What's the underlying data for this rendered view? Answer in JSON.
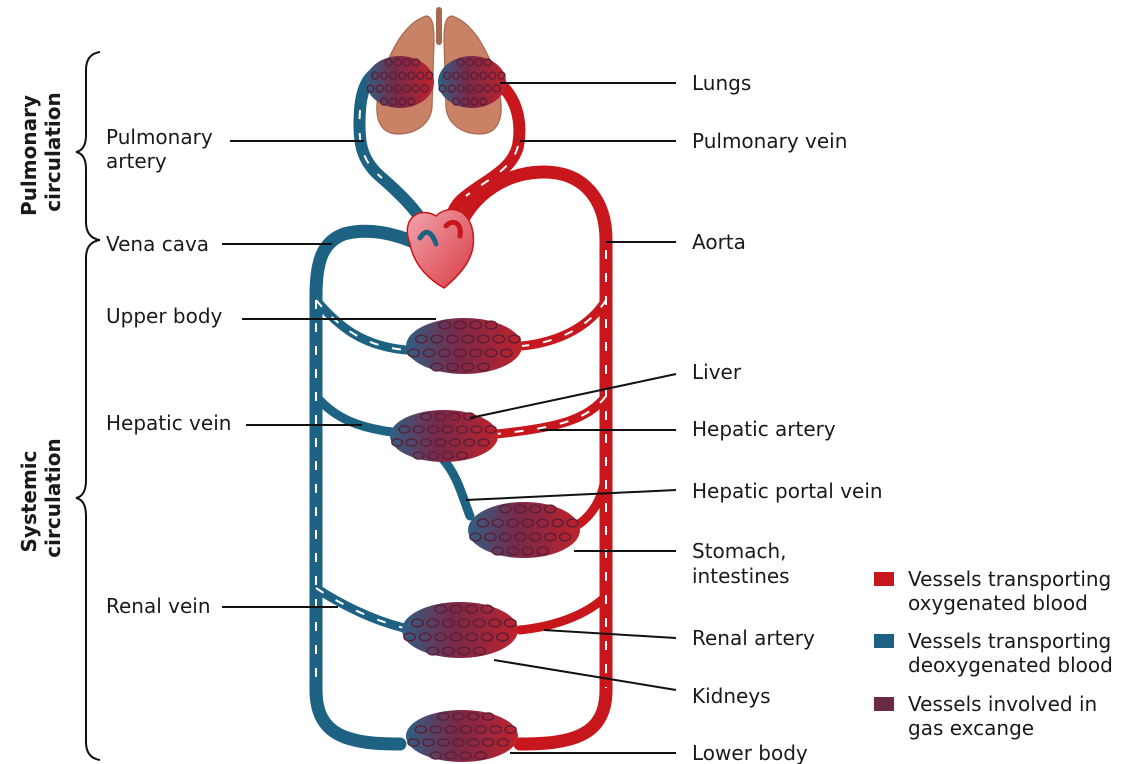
{
  "sections": {
    "pulmonary": [
      "Pulmonary",
      "circulation"
    ],
    "systemic": [
      "Systemic",
      "circulation"
    ]
  },
  "labels": {
    "lungs": "Lungs",
    "pulmonary_vein": "Pulmonary vein",
    "pulmonary_artery": [
      "Pulmonary",
      "artery"
    ],
    "aorta": "Aorta",
    "vena_cava": "Vena cava",
    "upper_body": "Upper body",
    "liver": "Liver",
    "hepatic_vein": "Hepatic vein",
    "hepatic_artery": "Hepatic artery",
    "hepatic_portal_vein": "Hepatic portal vein",
    "stomach_intestines": [
      "Stomach,",
      "intestines"
    ],
    "renal_vein": "Renal vein",
    "renal_artery": "Renal artery",
    "kidneys": "Kidneys",
    "lower_body": "Lower body"
  },
  "legend": [
    {
      "color": "#c8161d",
      "lines": [
        "Vessels transporting",
        "oxygenated blood"
      ]
    },
    {
      "color": "#1d6283",
      "lines": [
        "Vessels transporting",
        "deoxygenated blood"
      ]
    },
    {
      "color": "#6b2a44",
      "lines": [
        "Vessels involved in",
        "gas excange"
      ]
    }
  ]
}
